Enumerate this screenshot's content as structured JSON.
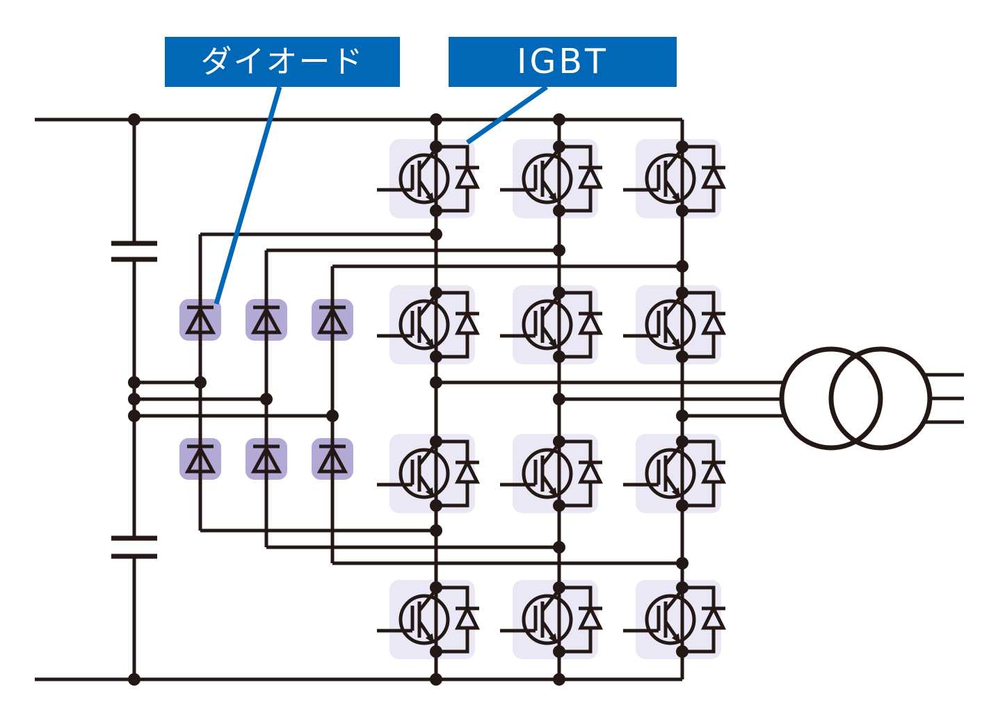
{
  "labels": {
    "diode": "ダイオード",
    "igbt": "IGBT"
  },
  "colors": {
    "background": "#ffffff",
    "wire": "#231815",
    "callout_blue": "#0068b7",
    "label_bg": "#0068b7",
    "label_text": "#ffffff",
    "igbt_module_bg": "#e9e8f4",
    "diode_module_bg": "#b2aad4"
  },
  "circuit": {
    "description": "Three-level NPC inverter bridge with IGBT modules, clamping diodes, DC-link capacitors and output transformer",
    "igbt_module_count": 12,
    "igbt_rows": 4,
    "phase_legs": 3,
    "clamp_diode_count": 6,
    "dc_link_capacitor_count": 2,
    "transformer_winding_count": 2,
    "output_line_count": 3
  }
}
